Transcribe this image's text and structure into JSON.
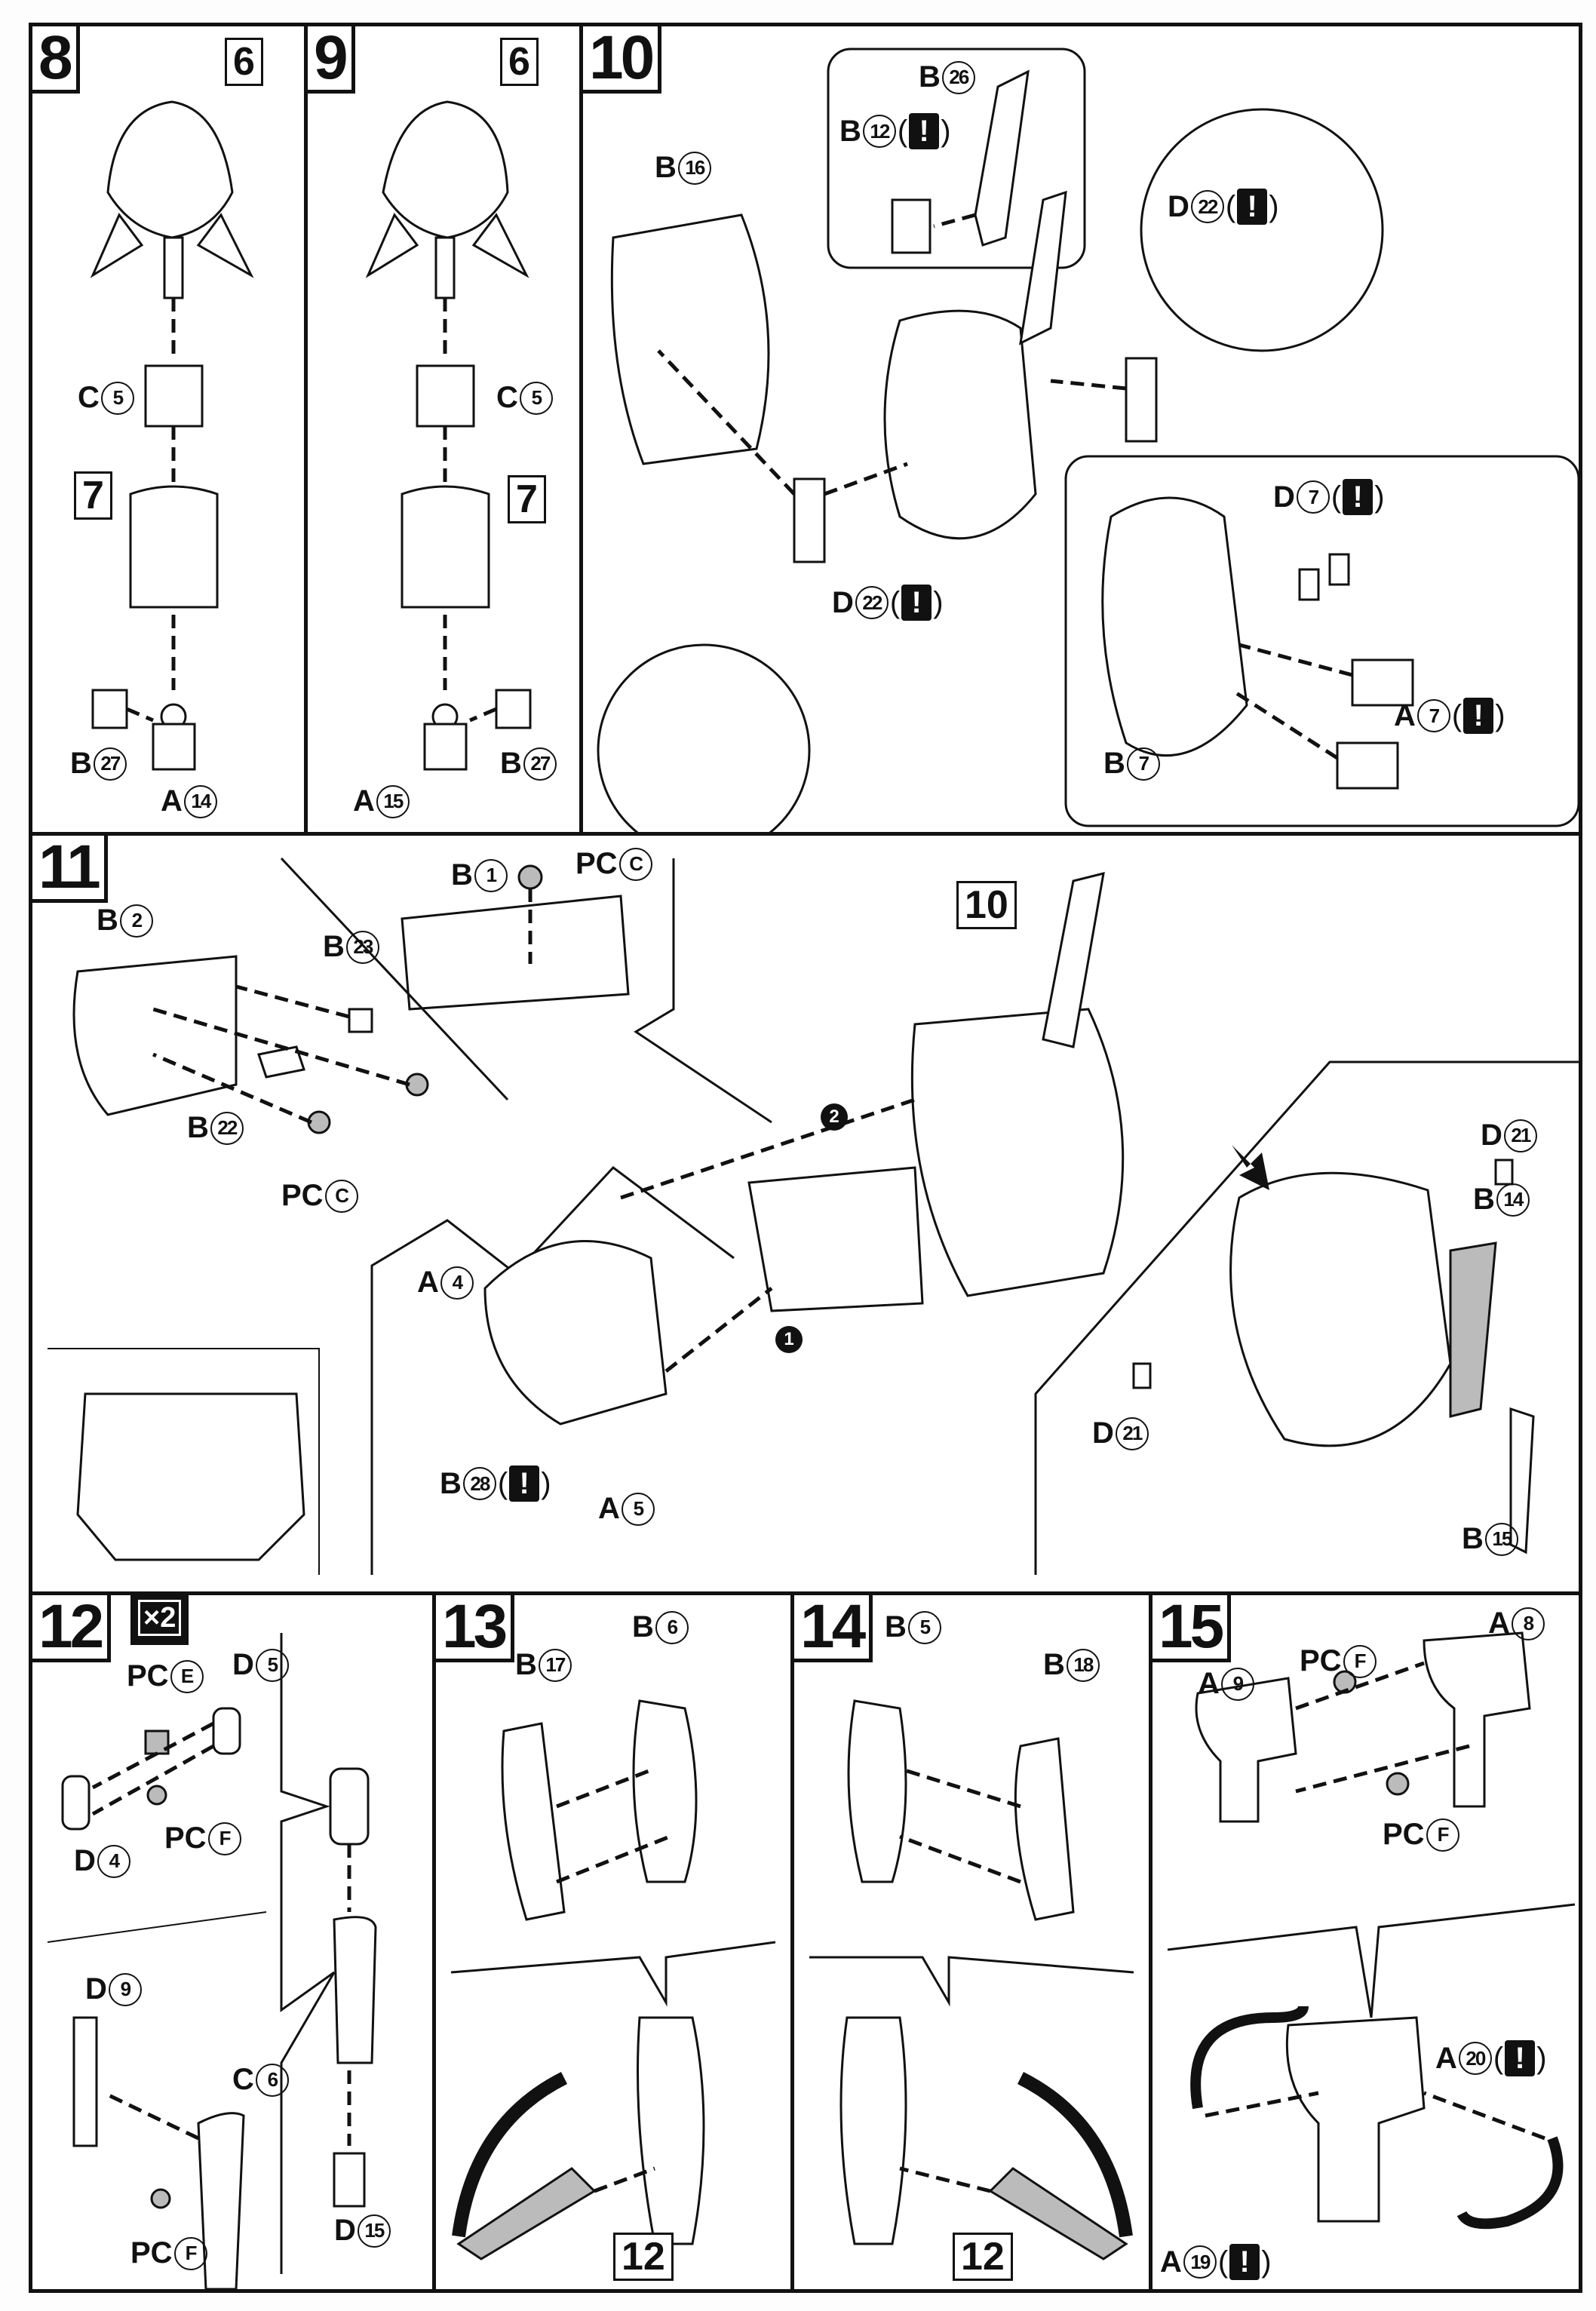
{
  "steps": [
    {
      "number": "8",
      "parts": [
        "6",
        "C",
        "5",
        "7",
        "B",
        "27",
        "A",
        "14"
      ]
    },
    {
      "number": "9",
      "parts": [
        "6",
        "C",
        "5",
        "7",
        "B",
        "27",
        "A",
        "15"
      ]
    },
    {
      "number": "10"
    },
    {
      "number": "11"
    },
    {
      "number": "12",
      "multiplier": "×2"
    },
    {
      "number": "13"
    },
    {
      "number": "14"
    },
    {
      "number": "15"
    }
  ],
  "s8": {
    "ref_top": "6",
    "ref_mid": "7",
    "c5": {
      "letter": "C",
      "num": "5"
    },
    "b27": {
      "letter": "B",
      "num": "27"
    },
    "a14": {
      "letter": "A",
      "num": "14"
    }
  },
  "s9": {
    "ref_top": "6",
    "ref_mid": "7",
    "c5": {
      "letter": "C",
      "num": "5"
    },
    "b27": {
      "letter": "B",
      "num": "27"
    },
    "a15": {
      "letter": "A",
      "num": "15"
    }
  },
  "s10": {
    "b26": {
      "letter": "B",
      "num": "26"
    },
    "b12": {
      "letter": "B",
      "num": "12",
      "warn": "!"
    },
    "b16": {
      "letter": "B",
      "num": "16"
    },
    "d22a": {
      "letter": "D",
      "num": "22",
      "warn": "!"
    },
    "d22b": {
      "letter": "D",
      "num": "22",
      "warn": "!"
    },
    "d7": {
      "letter": "D",
      "num": "7",
      "warn": "!"
    },
    "a7": {
      "letter": "A",
      "num": "7",
      "warn": "!"
    },
    "b7": {
      "letter": "B",
      "num": "7"
    }
  },
  "s11": {
    "b1": {
      "letter": "B",
      "num": "1"
    },
    "pcc_top": {
      "letter": "PC",
      "num": "C"
    },
    "b2": {
      "letter": "B",
      "num": "2"
    },
    "b23": {
      "letter": "B",
      "num": "23"
    },
    "b22": {
      "letter": "B",
      "num": "22"
    },
    "pcc_bottom": {
      "letter": "PC",
      "num": "C"
    },
    "ref10": "10",
    "seq1": "1",
    "seq2": "2",
    "a4": {
      "letter": "A",
      "num": "4"
    },
    "b28": {
      "letter": "B",
      "num": "28",
      "warn": "!"
    },
    "a5": {
      "letter": "A",
      "num": "5"
    },
    "d21a": {
      "letter": "D",
      "num": "21"
    },
    "d21b": {
      "letter": "D",
      "num": "21"
    },
    "b14": {
      "letter": "B",
      "num": "14"
    },
    "b15": {
      "letter": "B",
      "num": "15"
    }
  },
  "s12": {
    "pce": {
      "letter": "PC",
      "num": "E"
    },
    "d5": {
      "letter": "D",
      "num": "5"
    },
    "d4": {
      "letter": "D",
      "num": "4"
    },
    "pcf_a": {
      "letter": "PC",
      "num": "F"
    },
    "d9": {
      "letter": "D",
      "num": "9"
    },
    "c6": {
      "letter": "C",
      "num": "6"
    },
    "pcf_b": {
      "letter": "PC",
      "num": "F"
    },
    "d15": {
      "letter": "D",
      "num": "15"
    }
  },
  "s13": {
    "b6": {
      "letter": "B",
      "num": "6"
    },
    "b17": {
      "letter": "B",
      "num": "17"
    },
    "ref12": "12"
  },
  "s14": {
    "b5": {
      "letter": "B",
      "num": "5"
    },
    "b18": {
      "letter": "B",
      "num": "18"
    },
    "ref12": "12"
  },
  "s15": {
    "a8": {
      "letter": "A",
      "num": "8"
    },
    "pcf_a": {
      "letter": "PC",
      "num": "F"
    },
    "a9": {
      "letter": "A",
      "num": "9"
    },
    "pcf_b": {
      "letter": "PC",
      "num": "F"
    },
    "a20": {
      "letter": "A",
      "num": "20",
      "warn": "!"
    },
    "a19": {
      "letter": "A",
      "num": "19",
      "warn": "!"
    }
  }
}
